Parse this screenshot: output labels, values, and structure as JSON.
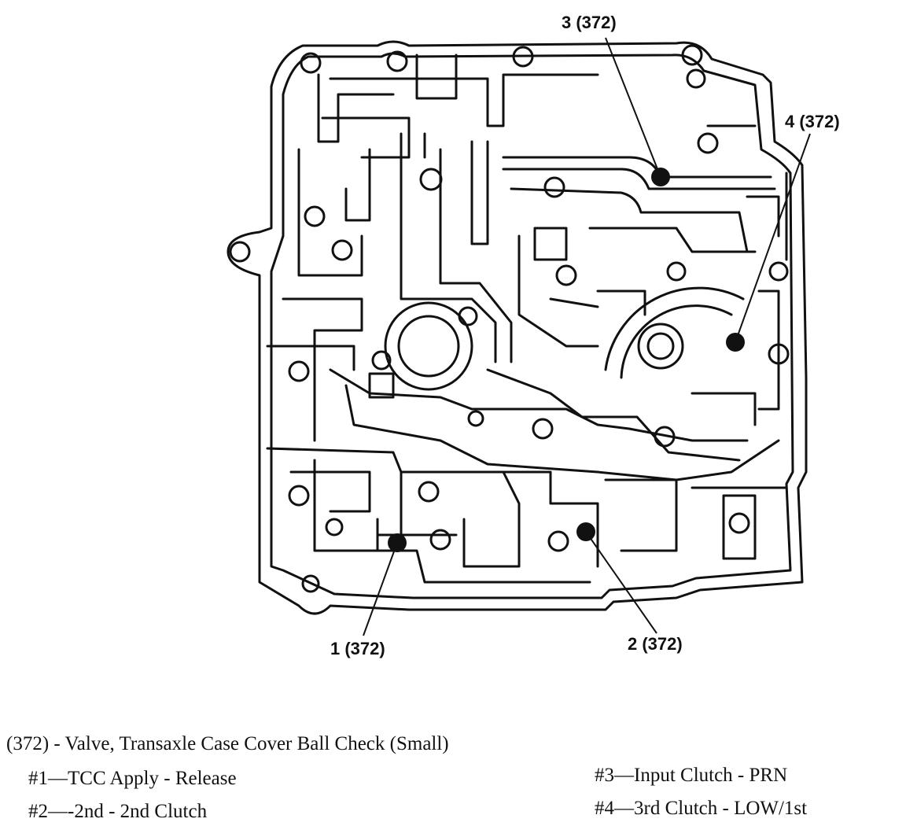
{
  "callouts": [
    {
      "id": "1",
      "text": "1 (372)"
    },
    {
      "id": "2",
      "text": "2 (372)"
    },
    {
      "id": "3",
      "text": "3 (372)"
    },
    {
      "id": "4",
      "text": "4 (372)"
    }
  ],
  "legend": {
    "title": "(372) - Valve, Transaxle Case Cover Ball Check (Small)",
    "items": [
      "#1—TCC Apply - Release",
      "#2—-2nd - 2nd Clutch",
      "#3—Input Clutch - PRN",
      "#4—3rd Clutch - LOW/1st"
    ]
  },
  "colors": {
    "line": "#111111",
    "background": "#ffffff"
  }
}
